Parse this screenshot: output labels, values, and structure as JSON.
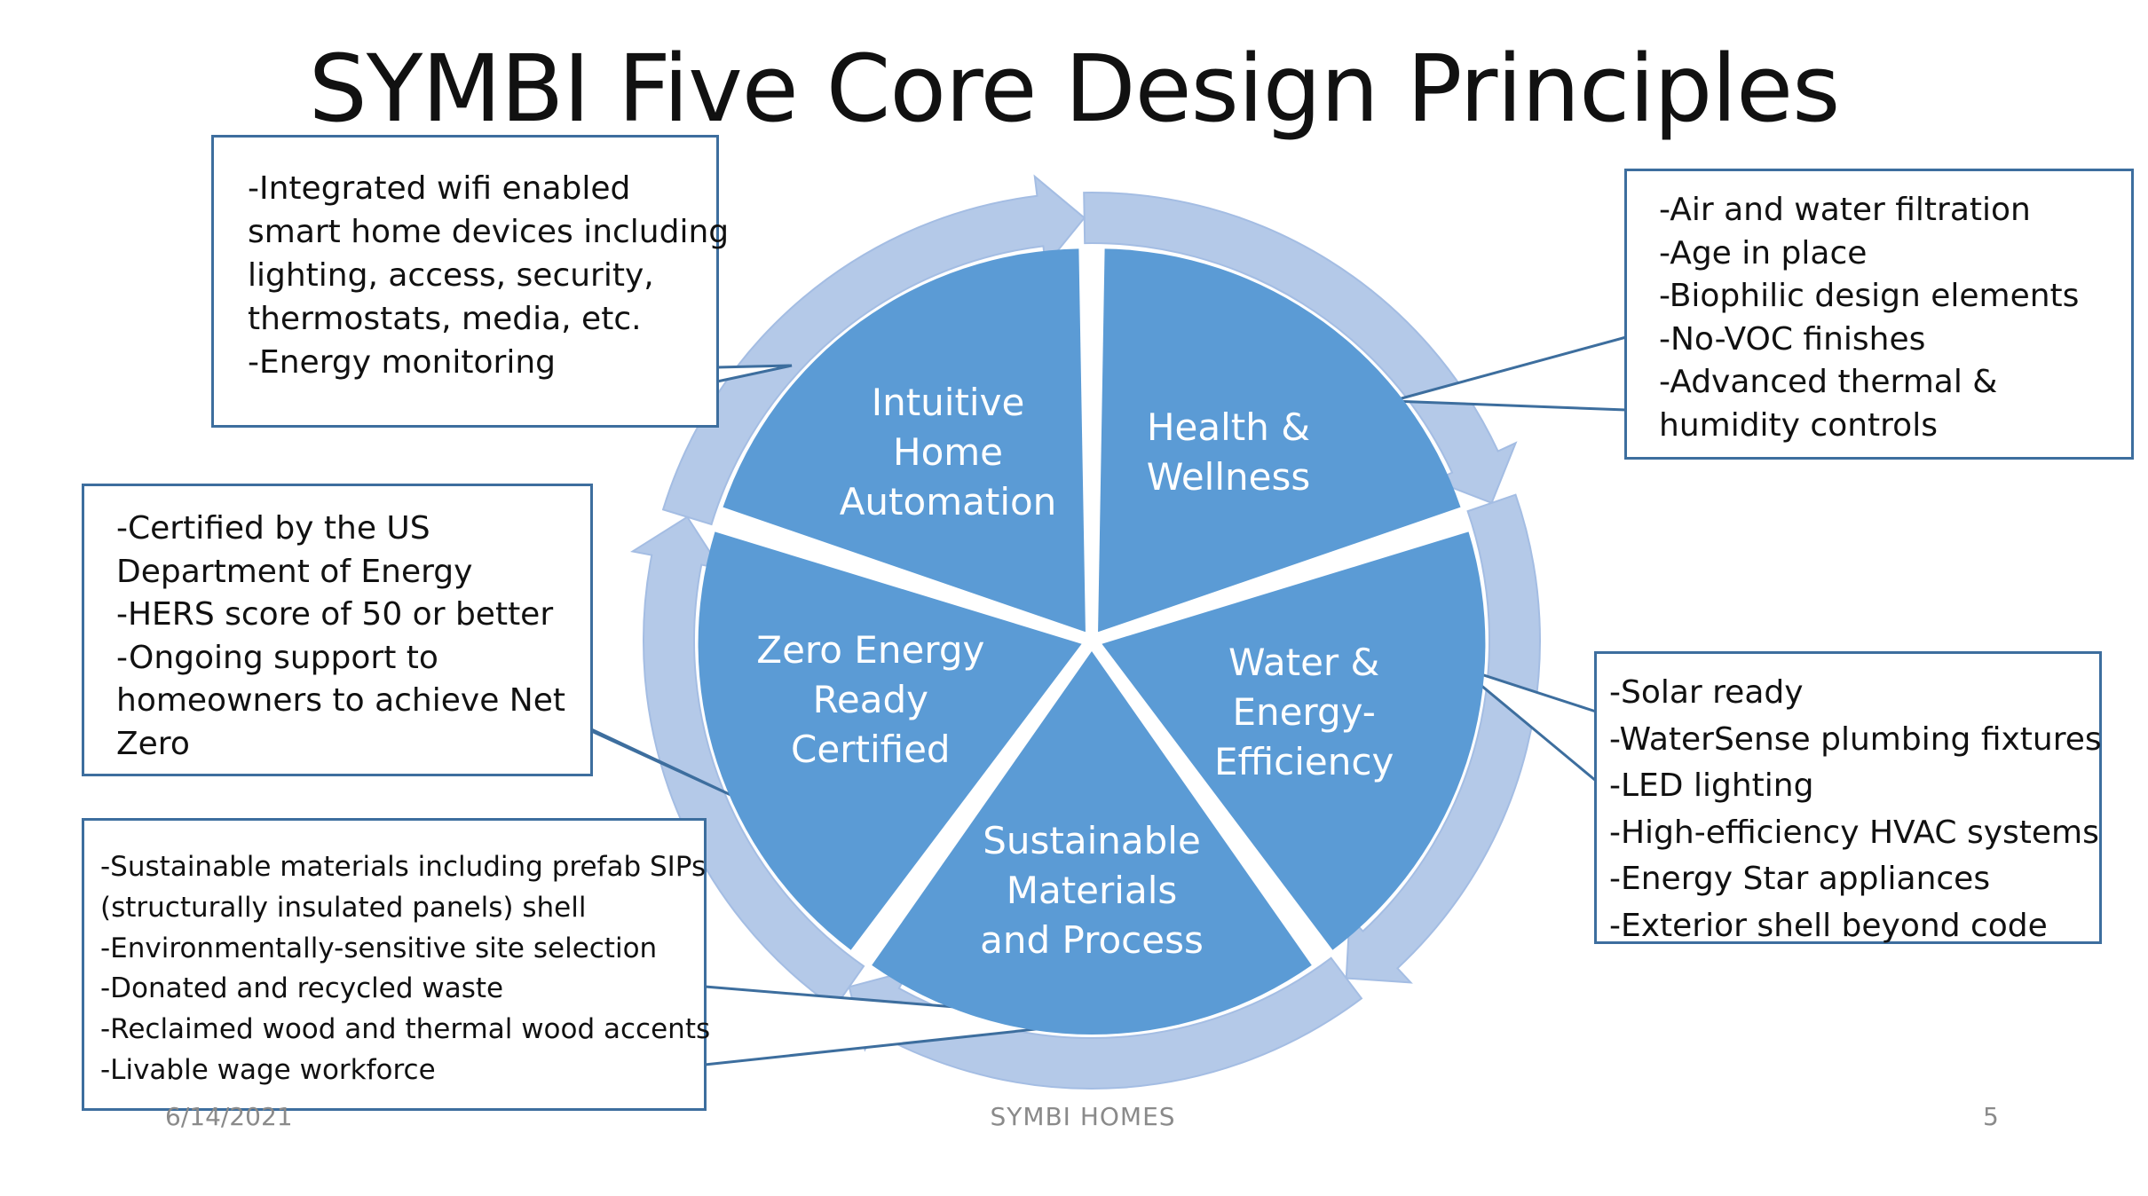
{
  "title": "SYMBI Five Core Design Principles",
  "colors": {
    "segment": "#5b9bd5",
    "ring": "#b4c9e8",
    "ring_stroke": "#a4bde3",
    "callout_border": "#3d6e9e",
    "segment_text": "#ffffff"
  },
  "segments": [
    {
      "label_lines": [
        "Intuitive",
        "Home",
        "Automation"
      ]
    },
    {
      "label_lines": [
        "Health &",
        "Wellness"
      ]
    },
    {
      "label_lines": [
        "Water &",
        "Energy-",
        "Efficiency"
      ]
    },
    {
      "label_lines": [
        "Sustainable",
        "Materials",
        "and Process"
      ]
    },
    {
      "label_lines": [
        "Zero Energy",
        "Ready",
        "Certified"
      ]
    }
  ],
  "callouts": {
    "automation": [
      "-Integrated wifi enabled",
      "smart home devices including",
      "lighting, access, security,",
      "thermostats, media, etc.",
      "-Energy monitoring"
    ],
    "health": [
      "-Air and water filtration",
      "-Age in place",
      "-Biophilic design elements",
      "-No-VOC finishes",
      "-Advanced thermal &",
      "humidity controls"
    ],
    "zero_energy": [
      "-Certified by the US",
      "Department of Energy",
      "-HERS score of 50 or better",
      "-Ongoing support to",
      "homeowners to achieve Net",
      "Zero"
    ],
    "water_energy": [
      "-Solar ready",
      "-WaterSense plumbing fixtures",
      "-LED lighting",
      "-High-efficiency HVAC systems",
      "-Energy Star appliances",
      "-Exterior shell beyond code"
    ],
    "sustainable": [
      "-Sustainable materials including prefab SIPs",
      "(structurally insulated panels) shell",
      "-Environmentally-sensitive site selection",
      "-Donated and recycled waste",
      "-Reclaimed wood and thermal wood accents",
      "-Livable wage workforce"
    ]
  },
  "footer": {
    "date": "6/14/2021",
    "center": "SYMBI HOMES",
    "page": "5"
  }
}
